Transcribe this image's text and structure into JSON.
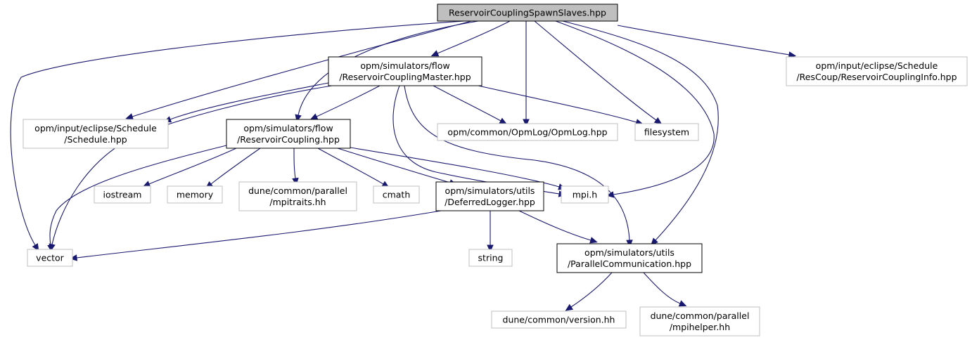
{
  "colors": {
    "edge": "#191970",
    "root_fill": "#bfbfbf",
    "root_border": "#000000",
    "local_border": "#000000",
    "external_border": "#bfbfbf",
    "text": "#000000"
  },
  "nodes": [
    {
      "id": "root",
      "kind": "root",
      "lines": [
        "ReservoirCouplingSpawnSlaves.hpp"
      ]
    },
    {
      "id": "master",
      "kind": "local",
      "lines": [
        "opm/simulators/flow",
        "/ReservoirCouplingMaster.hpp"
      ]
    },
    {
      "id": "info",
      "kind": "external",
      "lines": [
        "opm/input/eclipse/Schedule",
        "/ResCoup/ReservoirCouplingInfo.hpp"
      ]
    },
    {
      "id": "schedule",
      "kind": "external",
      "lines": [
        "opm/input/eclipse/Schedule",
        "/Schedule.hpp"
      ]
    },
    {
      "id": "coupling",
      "kind": "local",
      "lines": [
        "opm/simulators/flow",
        "/ReservoirCoupling.hpp"
      ]
    },
    {
      "id": "opmlog",
      "kind": "external",
      "lines": [
        "opm/common/OpmLog/OpmLog.hpp"
      ]
    },
    {
      "id": "filesystem",
      "kind": "external",
      "lines": [
        "filesystem"
      ]
    },
    {
      "id": "iostream",
      "kind": "external",
      "lines": [
        "iostream"
      ]
    },
    {
      "id": "memory",
      "kind": "external",
      "lines": [
        "memory"
      ]
    },
    {
      "id": "mpitraits",
      "kind": "external",
      "lines": [
        "dune/common/parallel",
        "/mpitraits.hh"
      ]
    },
    {
      "id": "cmath",
      "kind": "external",
      "lines": [
        "cmath"
      ]
    },
    {
      "id": "deferred",
      "kind": "local",
      "lines": [
        "opm/simulators/utils",
        "/DeferredLogger.hpp"
      ]
    },
    {
      "id": "mpih",
      "kind": "external",
      "lines": [
        "mpi.h"
      ]
    },
    {
      "id": "vector",
      "kind": "external",
      "lines": [
        "vector"
      ]
    },
    {
      "id": "string",
      "kind": "external",
      "lines": [
        "string"
      ]
    },
    {
      "id": "parallel",
      "kind": "local",
      "lines": [
        "opm/simulators/utils",
        "/ParallelCommunication.hpp"
      ]
    },
    {
      "id": "version",
      "kind": "external",
      "lines": [
        "dune/common/version.hh"
      ]
    },
    {
      "id": "mpihelper",
      "kind": "external",
      "lines": [
        "dune/common/parallel",
        "/mpihelper.hh"
      ]
    }
  ],
  "edges": [
    {
      "from": "root",
      "to": "vector"
    },
    {
      "from": "root",
      "to": "schedule"
    },
    {
      "from": "root",
      "to": "coupling"
    },
    {
      "from": "root",
      "to": "master"
    },
    {
      "from": "root",
      "to": "opmlog"
    },
    {
      "from": "root",
      "to": "filesystem"
    },
    {
      "from": "root",
      "to": "mpih"
    },
    {
      "from": "root",
      "to": "parallel"
    },
    {
      "from": "root",
      "to": "info"
    },
    {
      "from": "master",
      "to": "schedule"
    },
    {
      "from": "master",
      "to": "vector"
    },
    {
      "from": "master",
      "to": "coupling"
    },
    {
      "from": "master",
      "to": "opmlog"
    },
    {
      "from": "master",
      "to": "filesystem"
    },
    {
      "from": "master",
      "to": "mpih"
    },
    {
      "from": "master",
      "to": "parallel"
    },
    {
      "from": "coupling",
      "to": "vector"
    },
    {
      "from": "coupling",
      "to": "iostream"
    },
    {
      "from": "coupling",
      "to": "memory"
    },
    {
      "from": "coupling",
      "to": "mpitraits"
    },
    {
      "from": "coupling",
      "to": "cmath"
    },
    {
      "from": "coupling",
      "to": "deferred"
    },
    {
      "from": "coupling",
      "to": "mpih"
    },
    {
      "from": "deferred",
      "to": "vector"
    },
    {
      "from": "deferred",
      "to": "string"
    },
    {
      "from": "deferred",
      "to": "parallel"
    },
    {
      "from": "parallel",
      "to": "version"
    },
    {
      "from": "parallel",
      "to": "mpihelper"
    }
  ]
}
